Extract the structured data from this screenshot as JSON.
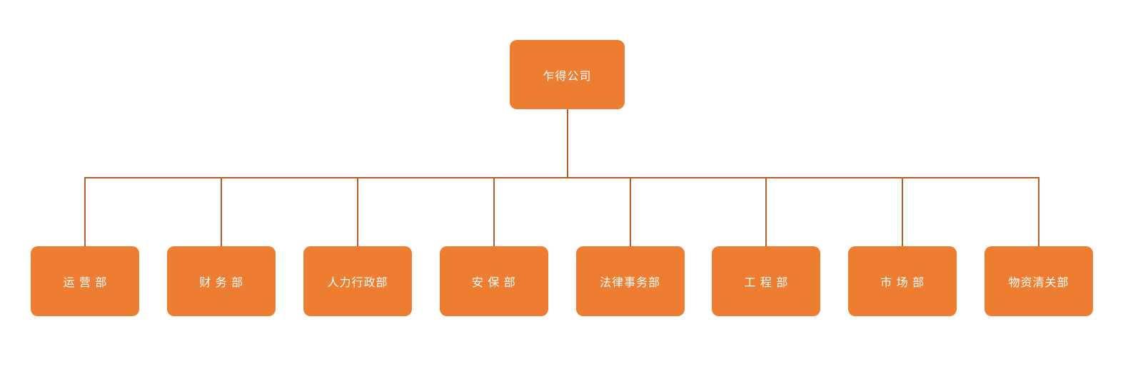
{
  "org_chart": {
    "type": "org-tree",
    "root": {
      "label": "乍得公司"
    },
    "children": [
      {
        "label": "运 营 部"
      },
      {
        "label": "财 务 部"
      },
      {
        "label": "人力行政部"
      },
      {
        "label": "安 保 部"
      },
      {
        "label": "法律事务部"
      },
      {
        "label": "工 程 部"
      },
      {
        "label": "市 场 部"
      },
      {
        "label": "物资清关部"
      }
    ]
  },
  "theme": {
    "node_fill": "#ED7D31",
    "node_text": "#FFFFFF",
    "connector": "#B45F27",
    "background": "#FFFFFF"
  }
}
